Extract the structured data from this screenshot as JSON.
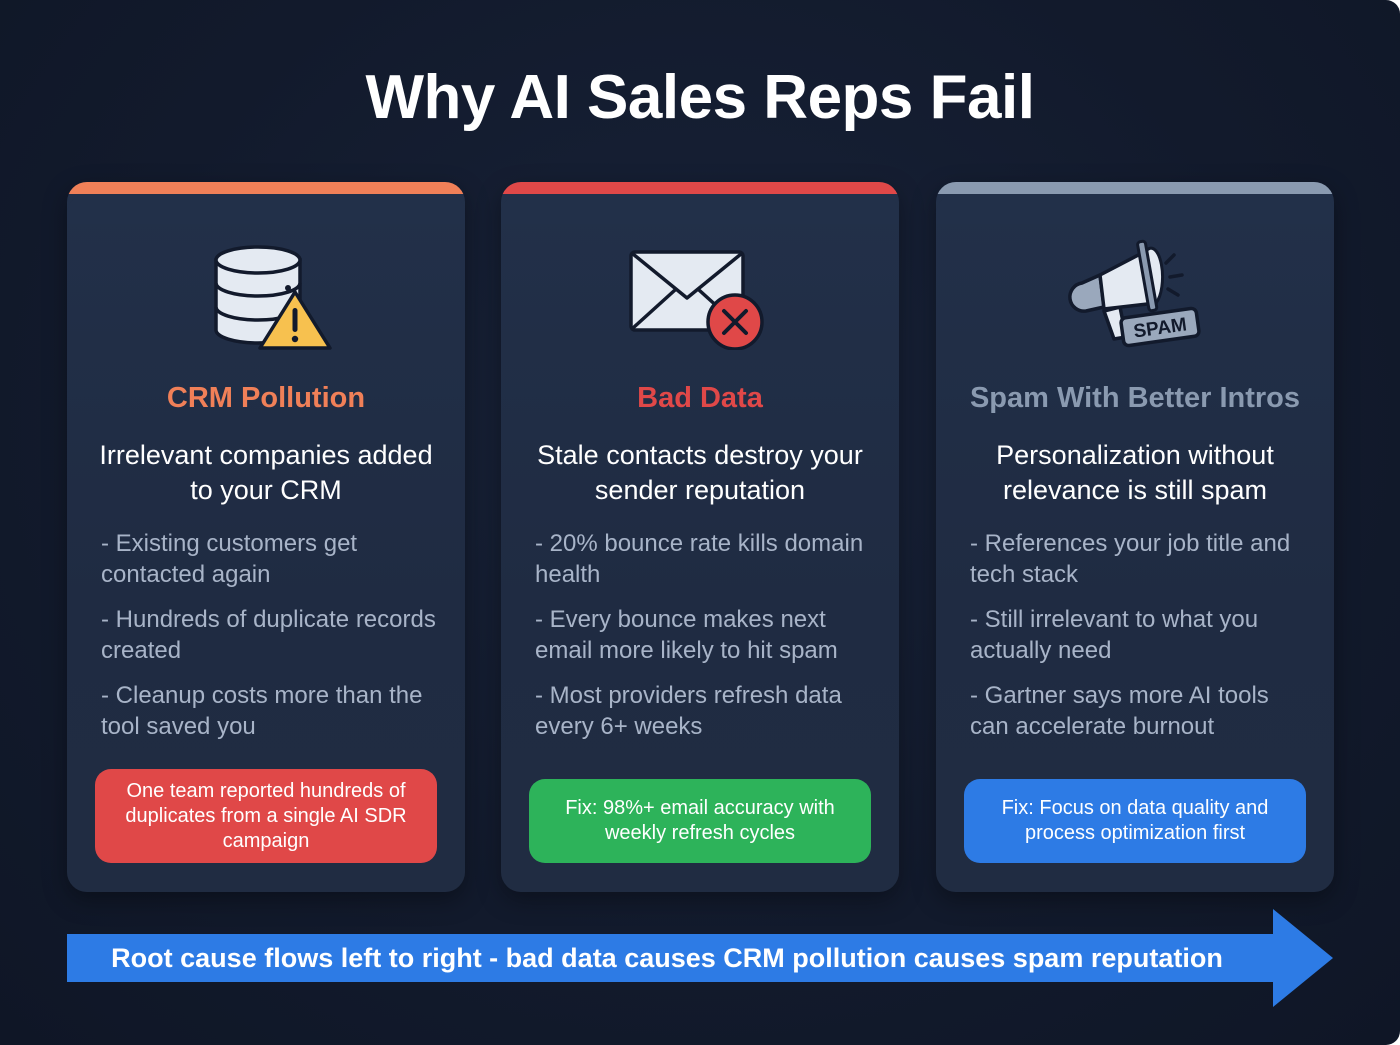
{
  "title": "Why AI Sales Reps Fail",
  "colors": {
    "background": "#121a2c",
    "card": "#223049",
    "crm_accent": "#f08058",
    "bad_data_accent": "#e04848",
    "spam_accent": "#8a9ab0",
    "red_callout": "#e04848",
    "green_callout": "#2db35a",
    "blue_callout": "#2d7be5",
    "arrow": "#2d7be5"
  },
  "cards": [
    {
      "icon": "database-warning-icon",
      "heading": "CRM Pollution",
      "subtitle": "Irrelevant companies added to your CRM",
      "bullets": [
        "- Existing customers get contacted again",
        "- Hundreds of duplicate records created",
        "- Cleanup costs more than the tool saved you"
      ],
      "callout": "One team reported hundreds of duplicates from a single AI SDR campaign"
    },
    {
      "icon": "email-error-icon",
      "heading": "Bad Data",
      "subtitle": "Stale contacts destroy your sender reputation",
      "bullets": [
        "- 20% bounce rate kills domain health",
        "- Every bounce makes next email more likely to hit spam",
        "- Most providers refresh data every 6+ weeks"
      ],
      "callout": "Fix: 98%+ email accuracy with weekly refresh cycles"
    },
    {
      "icon": "megaphone-spam-icon",
      "icon_label": "SPAM",
      "heading": "Spam With Better Intros",
      "subtitle": "Personalization without relevance is still spam",
      "bullets": [
        "- References your job title and tech stack",
        "- Still irrelevant to what you actually need",
        "- Gartner says more AI tools can accelerate burnout"
      ],
      "callout": "Fix: Focus on data quality and process optimization first"
    }
  ],
  "flow_arrow": {
    "text": "Root cause flows left to right - bad data causes CRM pollution causes spam reputation"
  }
}
